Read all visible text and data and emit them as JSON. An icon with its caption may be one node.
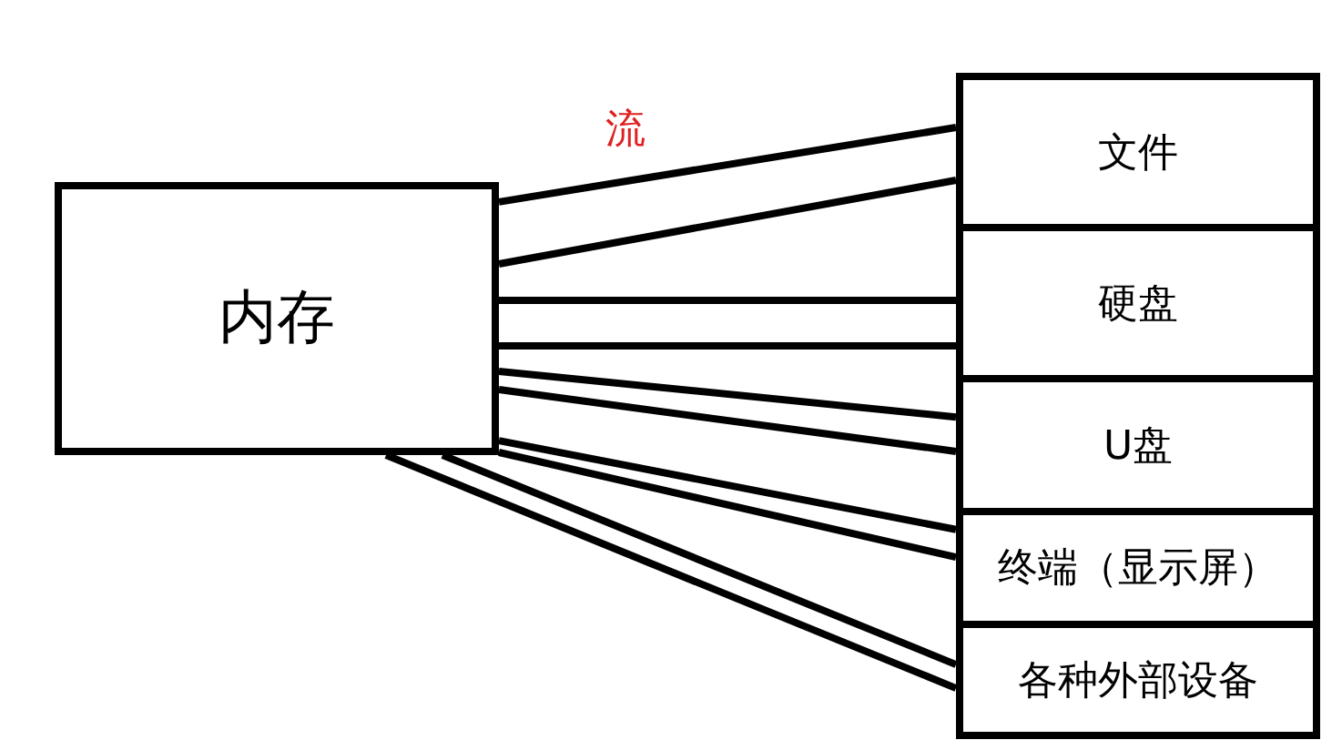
{
  "diagram": {
    "nodes": [
      {
        "text": [
          "内存"
        ]
      },
      {
        "text": [
          "文件"
        ]
      },
      {
        "text": [
          "硬盘"
        ]
      },
      {
        "text": [
          "U盘"
        ]
      },
      {
        "text": [
          "终端（显示屏）"
        ]
      },
      {
        "text": [
          "各种外部设备"
        ]
      }
    ],
    "edges": [
      {
        "from": 0,
        "to": 1,
        "arrow": "none",
        "label": "流"
      },
      {
        "from": 0,
        "to": 1,
        "arrow": "none"
      },
      {
        "from": 0,
        "to": 2,
        "arrow": "none"
      },
      {
        "from": 0,
        "to": 2,
        "arrow": "none"
      },
      {
        "from": 0,
        "to": 3,
        "arrow": "none"
      },
      {
        "from": 0,
        "to": 3,
        "arrow": "none"
      },
      {
        "from": 0,
        "to": 4,
        "arrow": "none"
      },
      {
        "from": 0,
        "to": 4,
        "arrow": "none"
      },
      {
        "from": 0,
        "to": 5,
        "arrow": "none"
      },
      {
        "from": 0,
        "to": 5,
        "arrow": "none"
      }
    ]
  }
}
